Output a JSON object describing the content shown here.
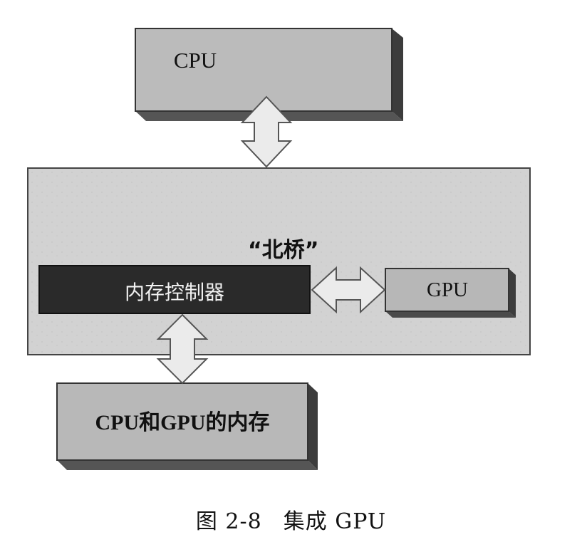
{
  "diagram": {
    "nodes": {
      "cpu": "CPU",
      "northbridge": "“北桥”",
      "memory_controller": "内存控制器",
      "gpu": "GPU",
      "shared_memory": "CPU和GPU的内存"
    },
    "edges": [
      {
        "from": "cpu",
        "to": "northbridge",
        "type": "bidirectional"
      },
      {
        "from": "memory_controller",
        "to": "gpu",
        "type": "bidirectional"
      },
      {
        "from": "memory_controller",
        "to": "shared_memory",
        "type": "bidirectional"
      }
    ],
    "colors": {
      "box_fill": "#b9b9b9",
      "box_side": "#3c3c3c",
      "northbridge_fill": "#d4d4d4",
      "memory_controller_fill": "#2b2b2b",
      "arrow_fill": "#ebebeb",
      "arrow_stroke": "#555555"
    }
  },
  "caption": {
    "number": "图 2-8",
    "title": "集成 GPU"
  }
}
